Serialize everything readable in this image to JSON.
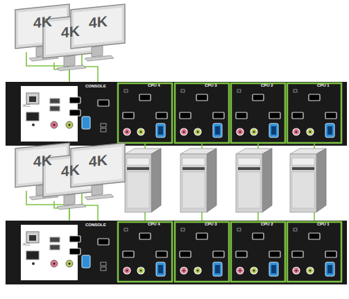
{
  "diagram": {
    "labels": [
      "4K",
      "4K",
      "4K",
      "ACC",
      "CONSOLE",
      "CPU 4",
      "CPU 3",
      "CPU 2",
      "CPU 1",
      "4K",
      "4K",
      "4K",
      "ACC",
      "CONSOLE",
      "CPU 4",
      "CPU 3",
      "CPU 2",
      "CPU 1"
    ]
  }
}
